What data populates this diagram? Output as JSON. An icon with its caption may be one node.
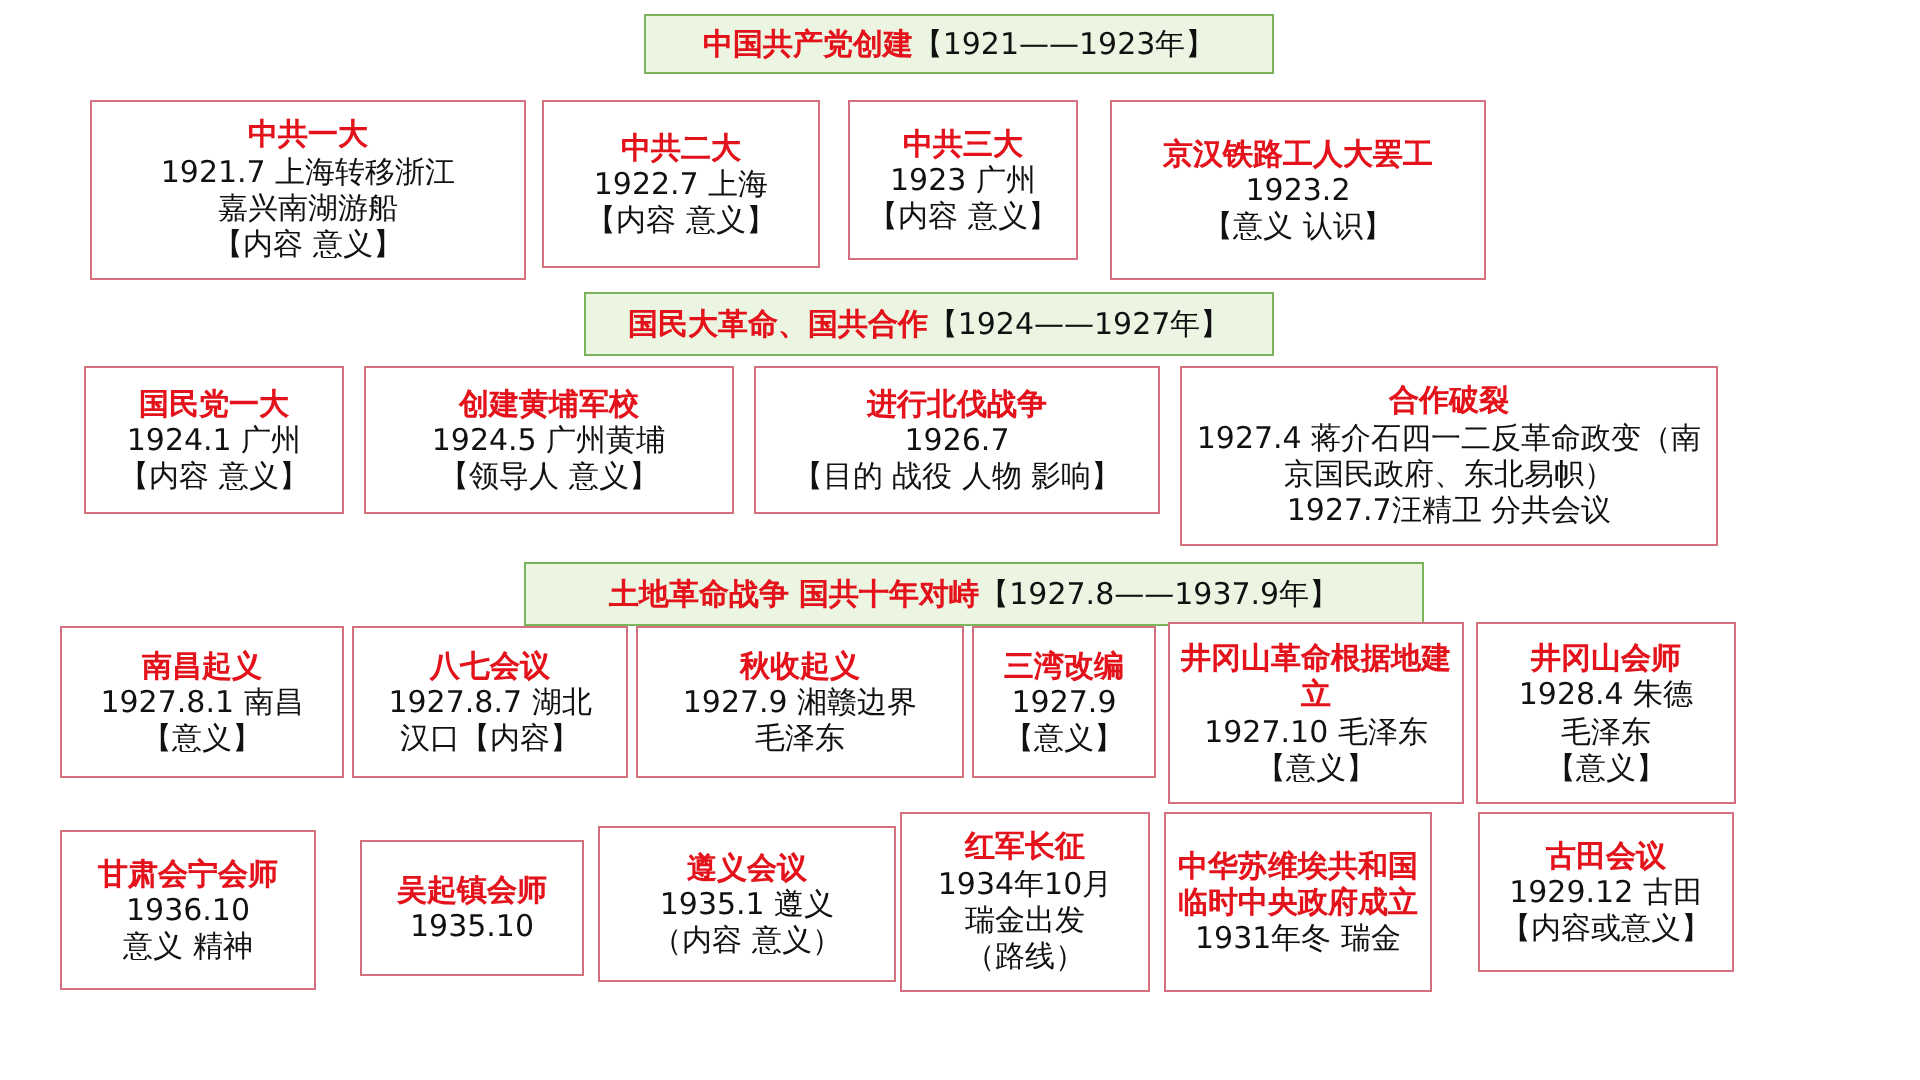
{
  "diagram": {
    "nodes": [
      {
        "text": [
          "中国共产党创建",
          "【1921——1923年】"
        ]
      },
      {
        "text": [
          "中共一大",
          "1921.7 上海转移浙江",
          "嘉兴南湖游船",
          "【内容 意义】"
        ]
      },
      {
        "text": [
          "中共二大",
          "1922.7 上海",
          "【内容 意义】"
        ]
      },
      {
        "text": [
          "中共三大",
          "1923 广州",
          "【内容 意义】"
        ]
      },
      {
        "text": [
          "京汉铁路工人大罢工",
          "1923.2",
          "【意义 认识】"
        ]
      },
      {
        "text": [
          "国民大革命、国共合作",
          "【1924——1927年】"
        ]
      },
      {
        "text": [
          "国民党一大",
          "1924.1 广州",
          "【内容 意义】"
        ]
      },
      {
        "text": [
          "创建黄埔军校",
          "1924.5 广州黄埔",
          "【领导人 意义】"
        ]
      },
      {
        "text": [
          "进行北伐战争",
          "1926.7",
          "【目的 战役 人物 影响】"
        ]
      },
      {
        "text": [
          "合作破裂",
          "1927.4 蒋介石四一二反革命政变（南京国民政府、东北易帜）",
          "1927.7汪精卫 分共会议"
        ]
      },
      {
        "text": [
          "土地革命战争 国共十年对峙",
          "【1927.8——1937.9年】"
        ]
      },
      {
        "text": [
          "南昌起义",
          "1927.8.1 南昌",
          "【意义】"
        ]
      },
      {
        "text": [
          "八七会议",
          "1927.8.7 湖北",
          "汉口【内容】"
        ]
      },
      {
        "text": [
          "秋收起义",
          "1927.9 湘赣边界",
          "毛泽东"
        ]
      },
      {
        "text": [
          "三湾改编",
          "1927.9",
          "【意义】"
        ]
      },
      {
        "text": [
          "井冈山革命根据地建立",
          "1927.10 毛泽东",
          "【意义】"
        ]
      },
      {
        "text": [
          "井冈山会师",
          "1928.4 朱德",
          "毛泽东",
          "【意义】"
        ]
      },
      {
        "text": [
          "甘肃会宁会师",
          "1936.10",
          "意义 精神"
        ]
      },
      {
        "text": [
          "吴起镇会师",
          "1935.10"
        ]
      },
      {
        "text": [
          "遵义会议",
          "1935.1 遵义",
          "（内容 意义）"
        ]
      },
      {
        "text": [
          "红军长征",
          "1934年10月",
          "瑞金出发",
          "（路线）"
        ]
      },
      {
        "text": [
          "中华苏维埃共和国临时中央政府成立",
          "1931年冬 瑞金"
        ]
      },
      {
        "text": [
          "古田会议",
          "1929.12 古田",
          "【内容或意义】"
        ]
      }
    ]
  }
}
